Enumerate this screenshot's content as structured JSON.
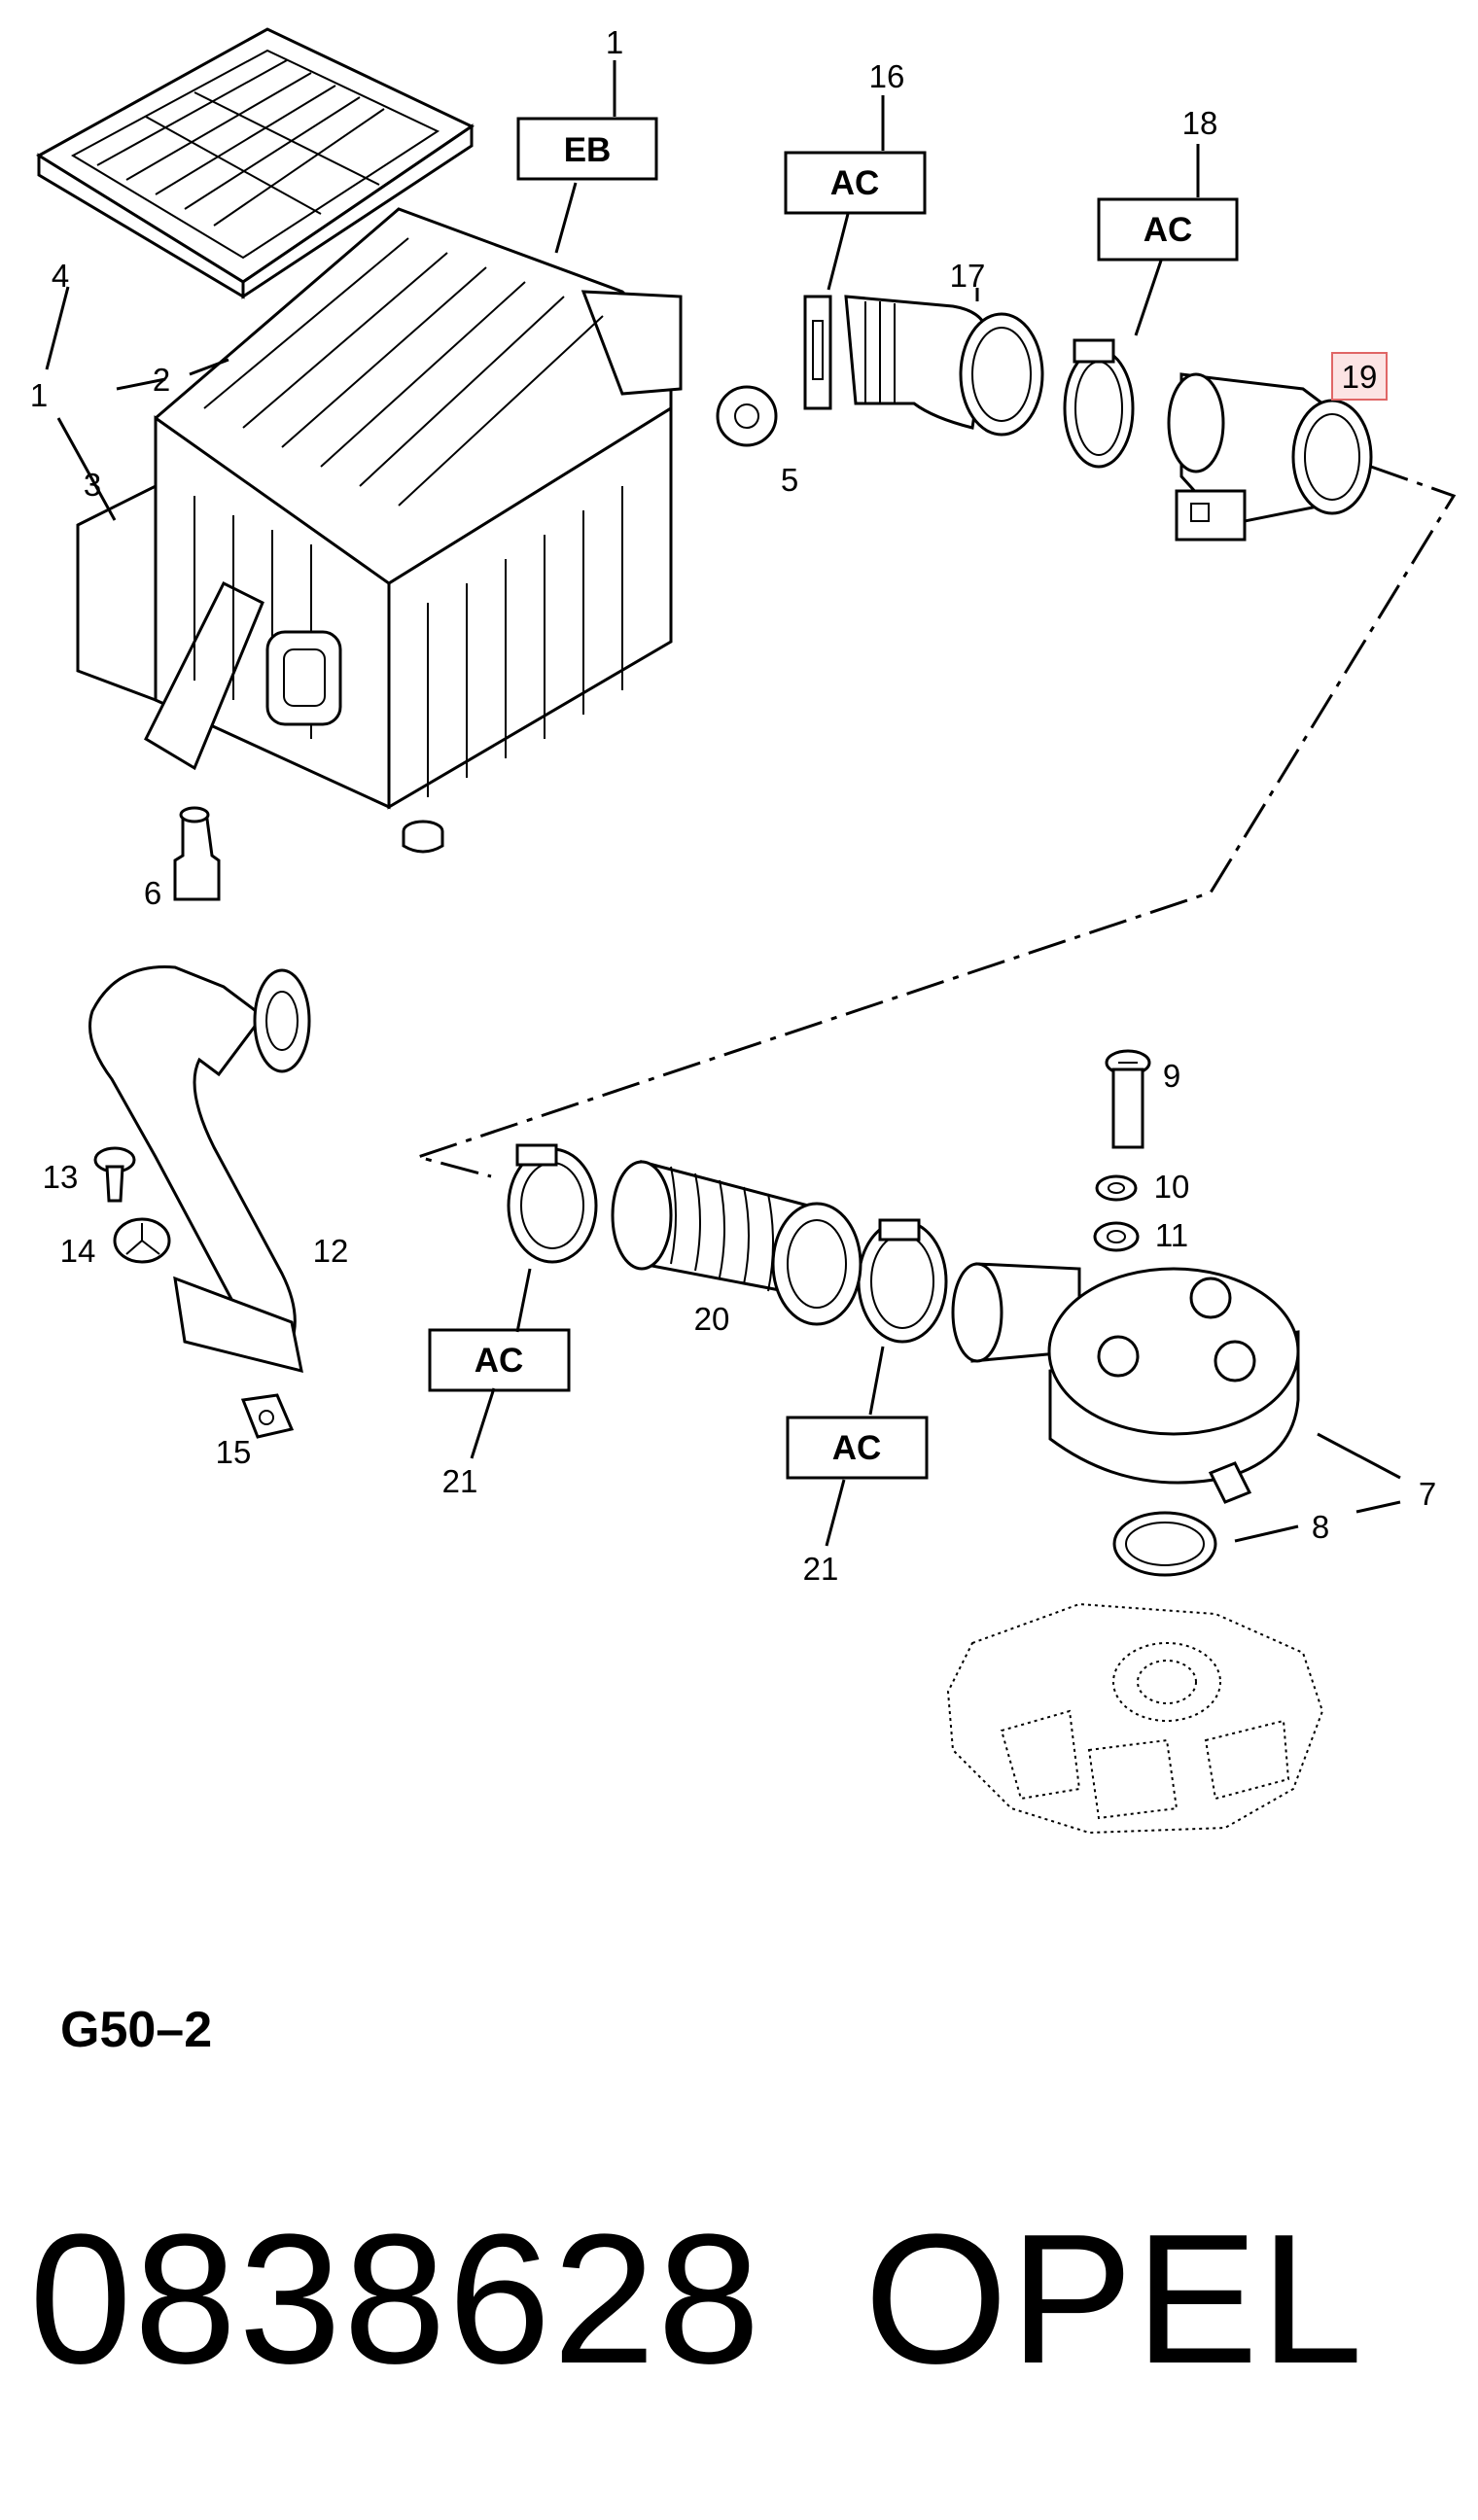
{
  "diagram": {
    "code": "G50–2",
    "part_number": "0838628",
    "brand": "OPEL",
    "boxes": [
      "EB",
      "AC",
      "AC",
      "AC",
      "AC"
    ],
    "highlighted_callout": "19",
    "callouts": [
      "1",
      "1",
      "2",
      "3",
      "4",
      "5",
      "6",
      "7",
      "8",
      "9",
      "10",
      "11",
      "12",
      "13",
      "14",
      "15",
      "16",
      "17",
      "18",
      "19",
      "20",
      "21",
      "21"
    ]
  }
}
